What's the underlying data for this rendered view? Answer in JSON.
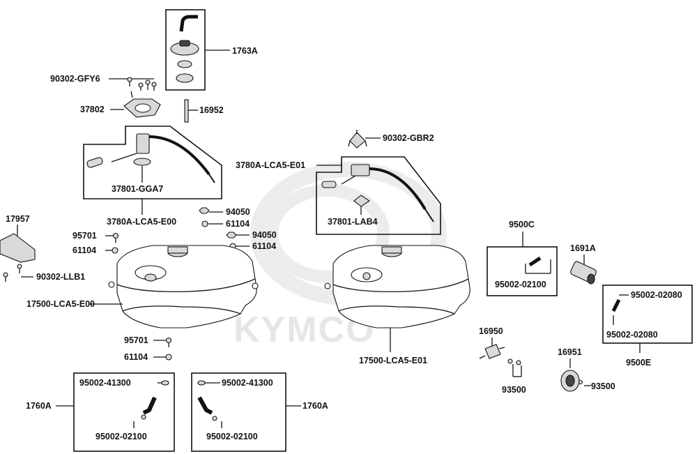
{
  "watermark": {
    "brand": "KYMCO"
  },
  "labels": {
    "l1763A": "1763A",
    "l90302GFY6": "90302-GFY6",
    "l37802": "37802",
    "l16952": "16952",
    "l37801GGA7": "37801-GGA7",
    "l3780ALCA5E00": "3780A-LCA5-E00",
    "l90302GBR2": "90302-GBR2",
    "l3780ALCA5E01": "3780A-LCA5-E01",
    "l37801LAB4": "37801-LAB4",
    "l17957": "17957",
    "l90302LLB1": "90302-LLB1",
    "l94050a": "94050",
    "l61104a": "61104",
    "l95701a": "95701",
    "l94050b": "94050",
    "l61104b": "61104",
    "l61104c": "61104",
    "l17500LCA5E00": "17500-LCA5-E00",
    "l95701b": "95701",
    "l61104d": "61104",
    "l17500LCA5E01": "17500-LCA5-E01",
    "l9500C": "9500C",
    "l95002_02100a": "95002-02100",
    "l1691A": "1691A",
    "l95002_02080a": "95002-02080",
    "l95002_02080b": "95002-02080",
    "l9500E": "9500E",
    "l16950": "16950",
    "l93500a": "93500",
    "l16951": "16951",
    "l93500b": "93500",
    "l95002_41300a": "95002-41300",
    "l95002_02100b": "95002-02100",
    "l1760Aa": "1760A",
    "l95002_41300b": "95002-41300",
    "l95002_02100c": "95002-02100",
    "l1760Ab": "1760A"
  }
}
